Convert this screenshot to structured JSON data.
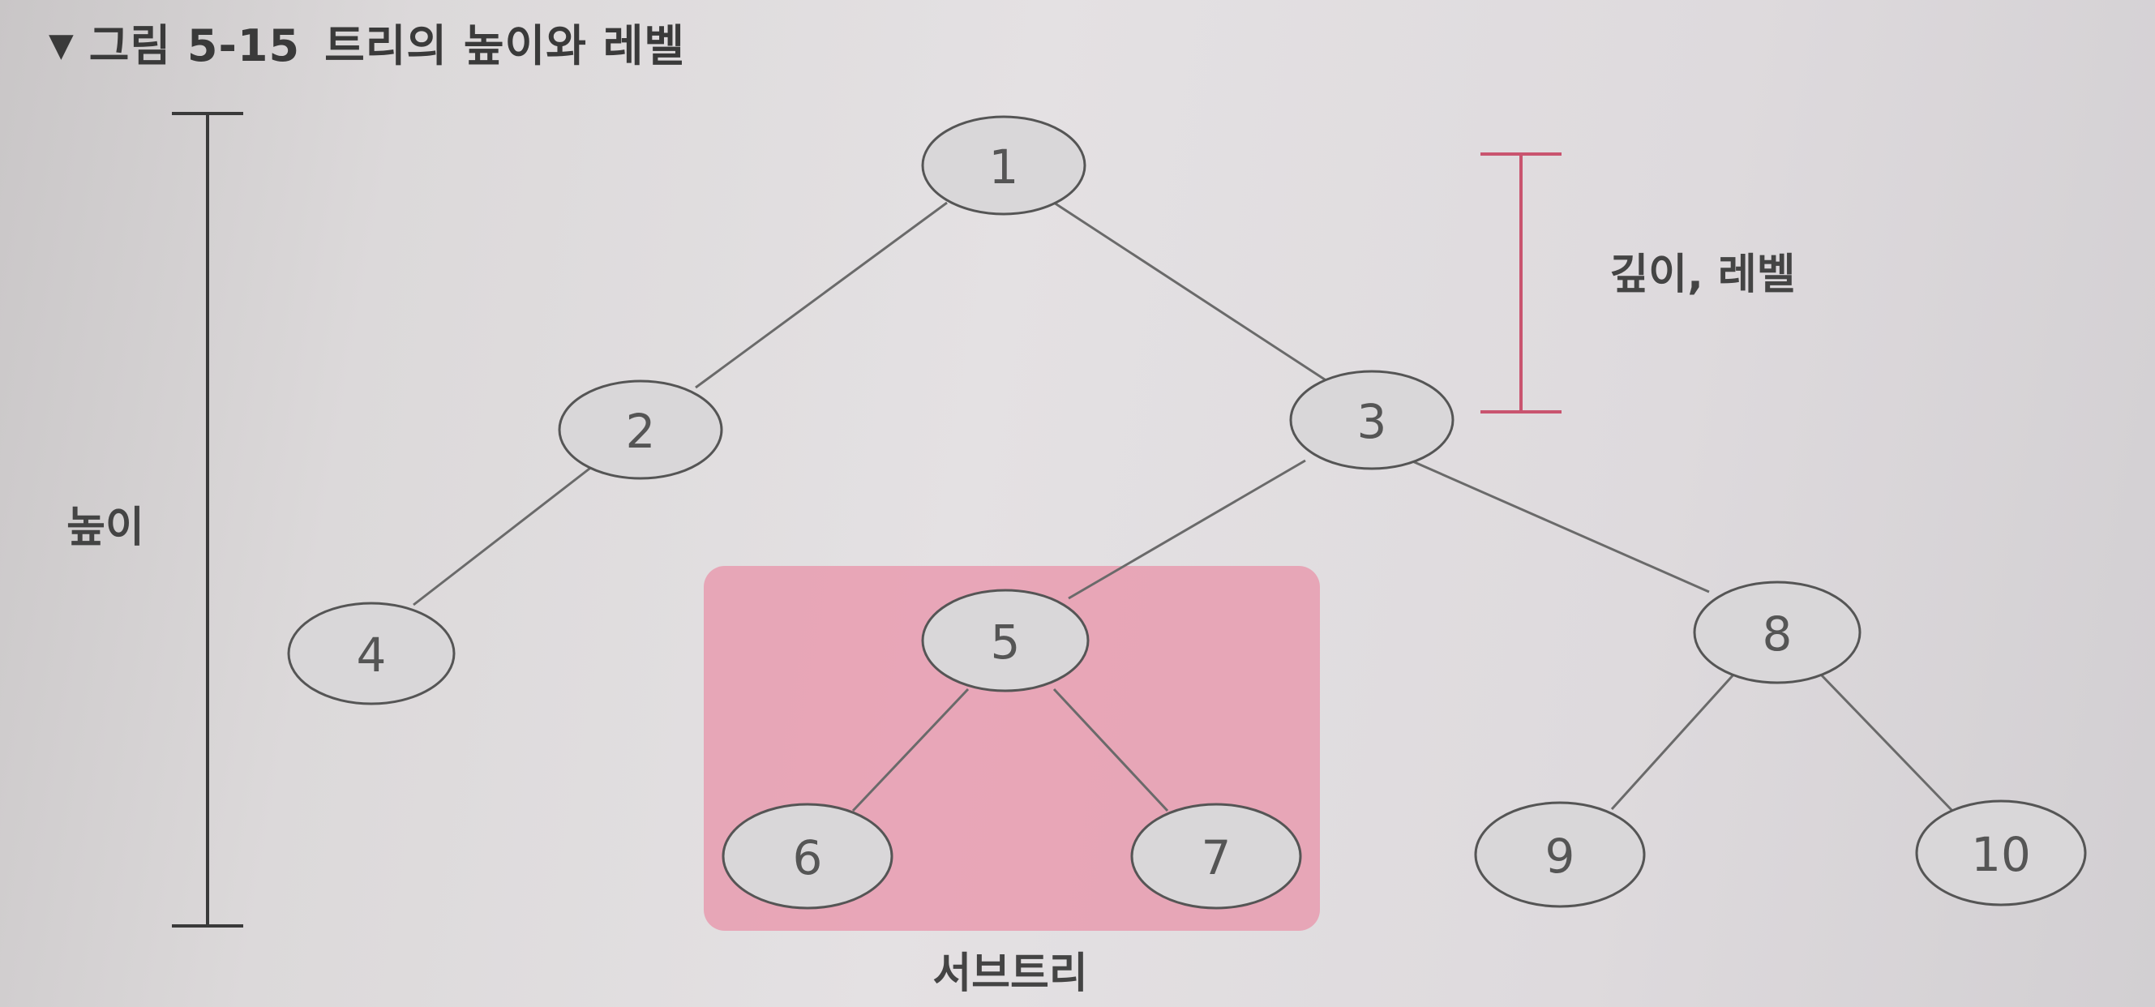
{
  "figure": {
    "marker": "▼",
    "label": "그림 5-15",
    "caption": "트리의 높이와 레벨"
  },
  "labels": {
    "height": "높이",
    "depth_level": "깊이, 레벨",
    "subtree": "서브트리"
  },
  "tree": {
    "nodes": [
      "1",
      "2",
      "3",
      "4",
      "5",
      "8",
      "6",
      "7",
      "9",
      "10"
    ],
    "edges": [
      [
        "1",
        "2"
      ],
      [
        "1",
        "3"
      ],
      [
        "2",
        "4"
      ],
      [
        "3",
        "5"
      ],
      [
        "3",
        "8"
      ],
      [
        "5",
        "6"
      ],
      [
        "5",
        "7"
      ],
      [
        "8",
        "9"
      ],
      [
        "8",
        "10"
      ]
    ],
    "subtree_root": "5"
  },
  "colors": {
    "subtree_fill": "#e8a0b2",
    "depth_bar": "#c9546f",
    "height_bar": "#3a3a3a",
    "node_fill": "#d9d7d9",
    "node_stroke": "#555555",
    "edge": "#6a6a6a"
  }
}
